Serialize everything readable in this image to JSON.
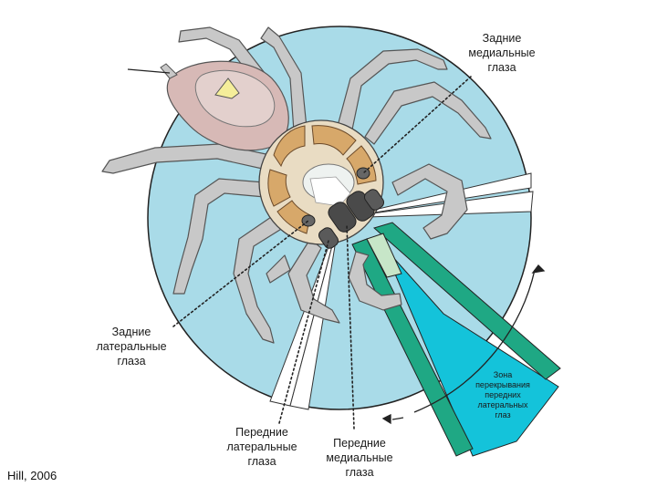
{
  "labels": {
    "posterior_medial_eyes": "Задние\nмедиальные\nглаза",
    "posterior_lateral_eyes": "Задние\nлатеральные\nглаза",
    "anterior_lateral_eyes": "Передние\nлатеральные\nглаза",
    "anterior_medial_eyes": "Передние\nмедиальные\nглаза",
    "overlap_zone": "Зона\nперекрывания\nпередних\nлатеральных\nглаз"
  },
  "credit": "Hill, 2006",
  "colors": {
    "circle": "#a9dbe8",
    "overlap_zone": "#14c3da",
    "green_beam": "#1fa884",
    "leg": "#c8c8c8",
    "abdomen": "#d7b9b6",
    "carapace": "#e9dcc3"
  }
}
